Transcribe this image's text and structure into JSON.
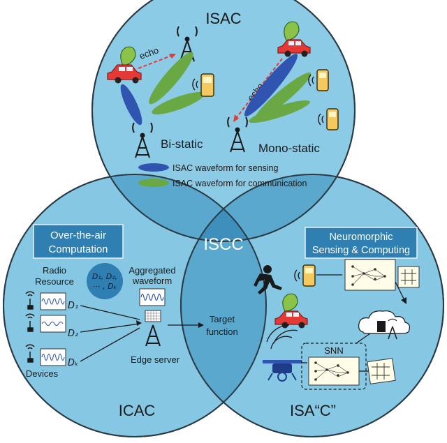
{
  "circles": {
    "top_title": "ISAC",
    "center_title": "ISCC",
    "left_title": "ICAC",
    "right_title": "ISA“C”"
  },
  "isac": {
    "echo_left": "echo",
    "echo_right": "echo",
    "bi_static": "Bi-static",
    "mono_static": "Mono-static",
    "legend_sensing": "ISAC waveform for sensing",
    "legend_communication": "ISAC waveform for communication",
    "color_sensing": "#2f55b0",
    "color_communication": "#6aa843"
  },
  "icac": {
    "box_line1": "Over-the-air",
    "box_line2": "Computation",
    "radio_line1": "Radio",
    "radio_line2": "Resource",
    "bubble_line1": "D₁, D₂,",
    "bubble_line2": "⋯ , Dₖ",
    "aggregated_line1": "Aggregated",
    "aggregated_line2": "waveform",
    "d1": "D₁",
    "d2": "D₂",
    "dk": "Dₖ",
    "devices": "Devices",
    "edge_server": "Edge server"
  },
  "center": {
    "target_line1": "Target",
    "target_line2": "function"
  },
  "isa_c": {
    "box_line1": "Neuromorphic",
    "box_line2": "Sensing & Computing",
    "snn": "SNN"
  },
  "colors": {
    "circle_fill": "#86c8e4",
    "circle_top": "#8ccbe6",
    "overlap": "#5ba8cf",
    "center": "#3f8fbc",
    "accent_box": "#2f7fb3"
  }
}
